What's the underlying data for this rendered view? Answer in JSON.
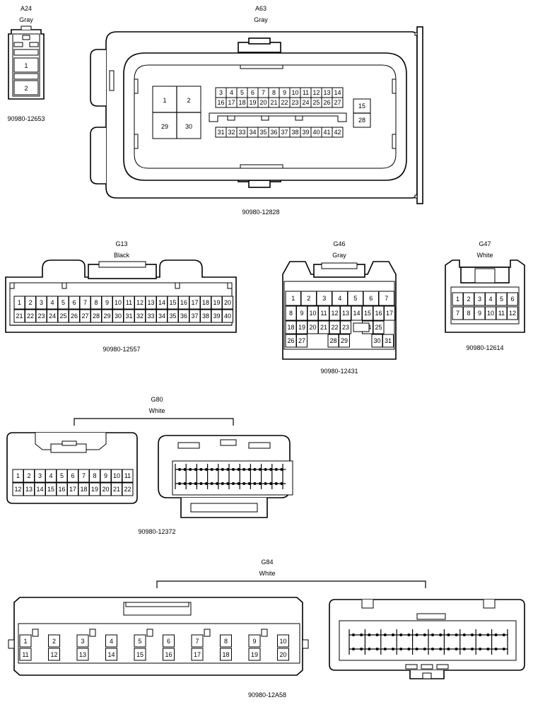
{
  "connectors": {
    "a24": {
      "code": "A24",
      "color": "Gray",
      "part": "90980-12653",
      "pins": [
        "1",
        "2"
      ]
    },
    "a63": {
      "code": "A63",
      "color": "Gray",
      "part": "90980-12828",
      "big": [
        "1",
        "2",
        "29",
        "30"
      ],
      "row1": [
        "3",
        "4",
        "5",
        "6",
        "7",
        "8",
        "9",
        "10",
        "11",
        "12",
        "13",
        "14"
      ],
      "row2": [
        "16",
        "17",
        "18",
        "19",
        "20",
        "21",
        "22",
        "23",
        "24",
        "25",
        "26",
        "27"
      ],
      "row3": [
        "31",
        "32",
        "33",
        "34",
        "35",
        "36",
        "37",
        "38",
        "39",
        "40",
        "41",
        "42"
      ],
      "side": [
        "15",
        "28"
      ]
    },
    "g13": {
      "code": "G13",
      "color": "Black",
      "part": "90980-12557",
      "row1": [
        "1",
        "2",
        "3",
        "4",
        "5",
        "6",
        "7",
        "8",
        "9",
        "10",
        "11",
        "12",
        "13",
        "14",
        "15",
        "16",
        "17",
        "18",
        "19",
        "20"
      ],
      "row2": [
        "21",
        "22",
        "23",
        "24",
        "25",
        "26",
        "27",
        "28",
        "29",
        "30",
        "31",
        "32",
        "33",
        "34",
        "35",
        "36",
        "37",
        "38",
        "39",
        "40"
      ]
    },
    "g46": {
      "code": "G46",
      "color": "Gray",
      "part": "90980-12431",
      "row1": [
        "1",
        "2",
        "3",
        "4",
        "5",
        "6",
        "7"
      ],
      "row2": [
        "8",
        "9",
        "10",
        "11",
        "12",
        "13",
        "14",
        "15",
        "16",
        "17"
      ],
      "row3": [
        "18",
        "19",
        "20",
        "21",
        "22",
        "23",
        "",
        "24",
        "25"
      ],
      "row4": [
        "26",
        "27",
        "28",
        "29",
        "30",
        "31"
      ]
    },
    "g47": {
      "code": "G47",
      "color": "White",
      "part": "90980-12614",
      "row1": [
        "1",
        "2",
        "3",
        "4",
        "5",
        "6"
      ],
      "row2": [
        "7",
        "8",
        "9",
        "10",
        "11",
        "12"
      ]
    },
    "g80": {
      "code": "G80",
      "color": "White",
      "part": "90980-12372",
      "row1": [
        "1",
        "2",
        "3",
        "4",
        "5",
        "6",
        "7",
        "8",
        "9",
        "10",
        "11"
      ],
      "row2": [
        "12",
        "13",
        "14",
        "15",
        "16",
        "17",
        "18",
        "19",
        "20",
        "21",
        "22"
      ]
    },
    "g84": {
      "code": "G84",
      "color": "White",
      "part": "90980-12A58",
      "row1": [
        "1",
        "2",
        "3",
        "4",
        "5",
        "6",
        "7",
        "8",
        "9",
        "10"
      ],
      "row2": [
        "11",
        "12",
        "13",
        "14",
        "15",
        "16",
        "17",
        "18",
        "19",
        "20"
      ]
    }
  }
}
